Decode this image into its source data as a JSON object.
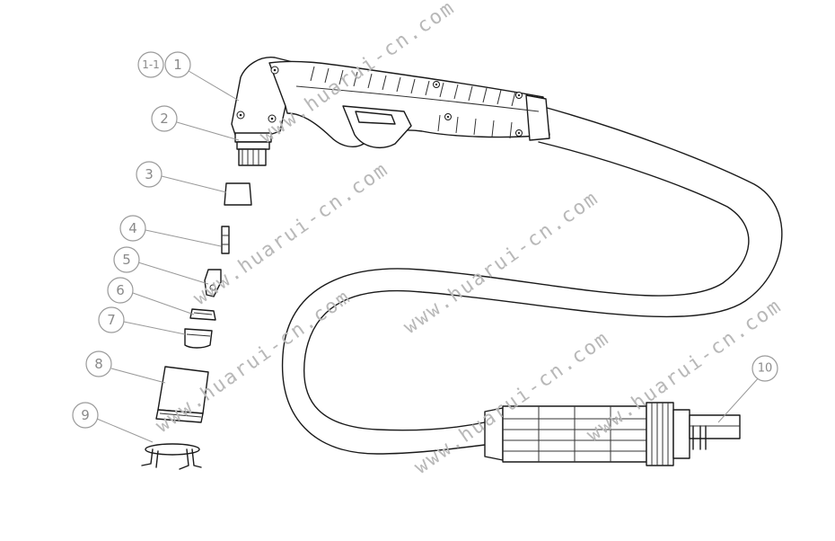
{
  "diagram": {
    "watermark_text": "www.huarui-cn.com",
    "callouts": [
      {
        "id": "1-1",
        "label": "1-1"
      },
      {
        "id": "1",
        "label": "1"
      },
      {
        "id": "2",
        "label": "2"
      },
      {
        "id": "3",
        "label": "3"
      },
      {
        "id": "4",
        "label": "4"
      },
      {
        "id": "5",
        "label": "5"
      },
      {
        "id": "6",
        "label": "6"
      },
      {
        "id": "7",
        "label": "7"
      },
      {
        "id": "8",
        "label": "8"
      },
      {
        "id": "9",
        "label": "9"
      },
      {
        "id": "10",
        "label": "10"
      }
    ]
  }
}
